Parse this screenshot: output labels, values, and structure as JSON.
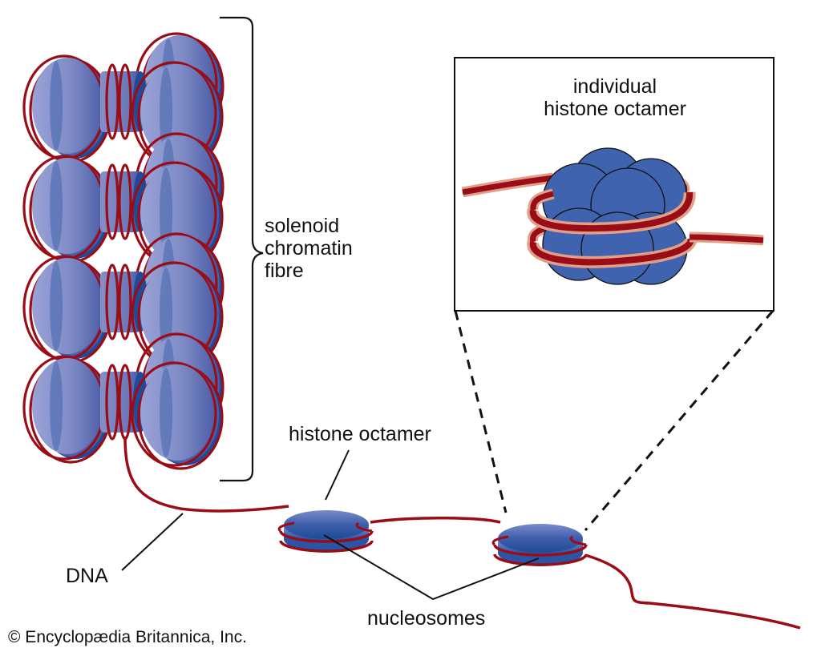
{
  "title": "Solenoid chromatin fibre, nucleosomes and histone octamer",
  "labels": {
    "solenoid": [
      "solenoid",
      "chromatin",
      "fibre"
    ],
    "inset_title": [
      "individual",
      "histone octamer"
    ],
    "histone_octamer": "histone octamer",
    "dna": "DNA",
    "nucleosomes": "nucleosomes",
    "copyright": "© Encyclopædia Britannica, Inc."
  },
  "colors": {
    "histone_blue": "#3f63ae",
    "histone_light": "#8c96cc",
    "histone_dark": "#1e4b9a",
    "dna_red": "#9b0d16",
    "dna_outline": "#e0a08a",
    "line_black": "#111111"
  },
  "structure": {
    "solenoid_rows": 4,
    "nucleosomes_per_row": 3,
    "free_nucleosomes": 2,
    "inset_histone_subunits": 8,
    "dna_turns_per_nucleosome": 2
  }
}
